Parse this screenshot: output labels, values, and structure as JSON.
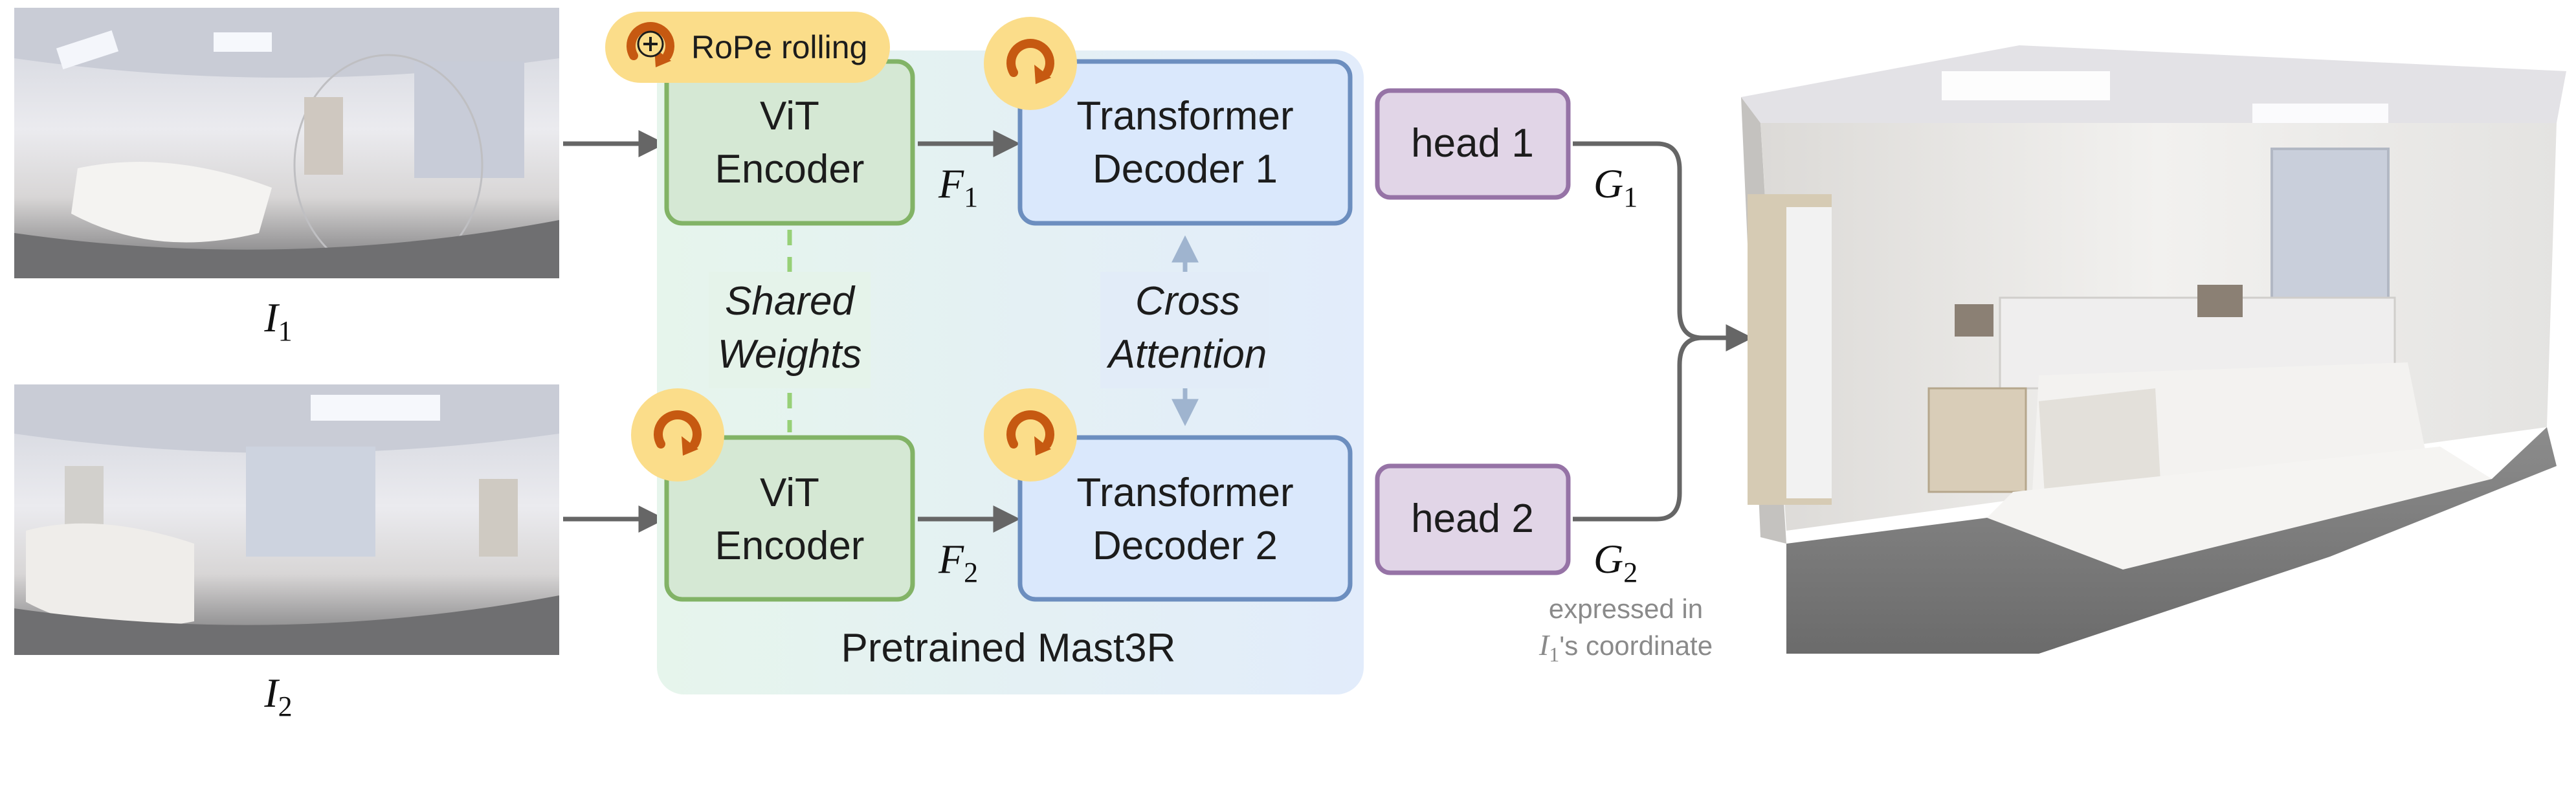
{
  "inputs": {
    "image1_label_main": "I",
    "image1_label_sub": "1",
    "image2_label_main": "I",
    "image2_label_sub": "2"
  },
  "rope": {
    "label": "RoPe rolling"
  },
  "encoder1": {
    "line1": "ViT",
    "line2": "Encoder"
  },
  "encoder2": {
    "line1": "ViT",
    "line2": "Encoder"
  },
  "shared_weights": {
    "line1": "Shared",
    "line2": "Weights"
  },
  "features": {
    "f1_main": "F",
    "f1_sub": "1",
    "f2_main": "F",
    "f2_sub": "2"
  },
  "decoder1": {
    "line1": "Transformer",
    "line2": "Decoder 1"
  },
  "decoder2": {
    "line1": "Transformer",
    "line2": "Decoder 2"
  },
  "cross_attention": {
    "line1": "Cross",
    "line2": "Attention"
  },
  "pretrained_label": "Pretrained Mast3R",
  "head1": {
    "label": "head 1"
  },
  "head2": {
    "label": "head 2"
  },
  "outputs": {
    "g1_main": "G",
    "g1_sub": "1",
    "g2_main": "G",
    "g2_sub": "2"
  },
  "note": {
    "line1": "expressed in",
    "line2_math": "I",
    "line2_sub": "1",
    "line2_rest": "'s coordinate"
  },
  "colors": {
    "encoder_fill": "#d5e8d4",
    "encoder_stroke": "#82b366",
    "decoder_fill": "#dae8fc",
    "decoder_stroke": "#6c8ebf",
    "head_fill": "#e1d5e7",
    "head_stroke": "#9673a6",
    "rope_badge": "#fbdd8a",
    "rope_icon": "#c65911",
    "arrow": "#666666",
    "cross_arrow": "#9fb4cf",
    "shared_dash": "#97d077"
  }
}
